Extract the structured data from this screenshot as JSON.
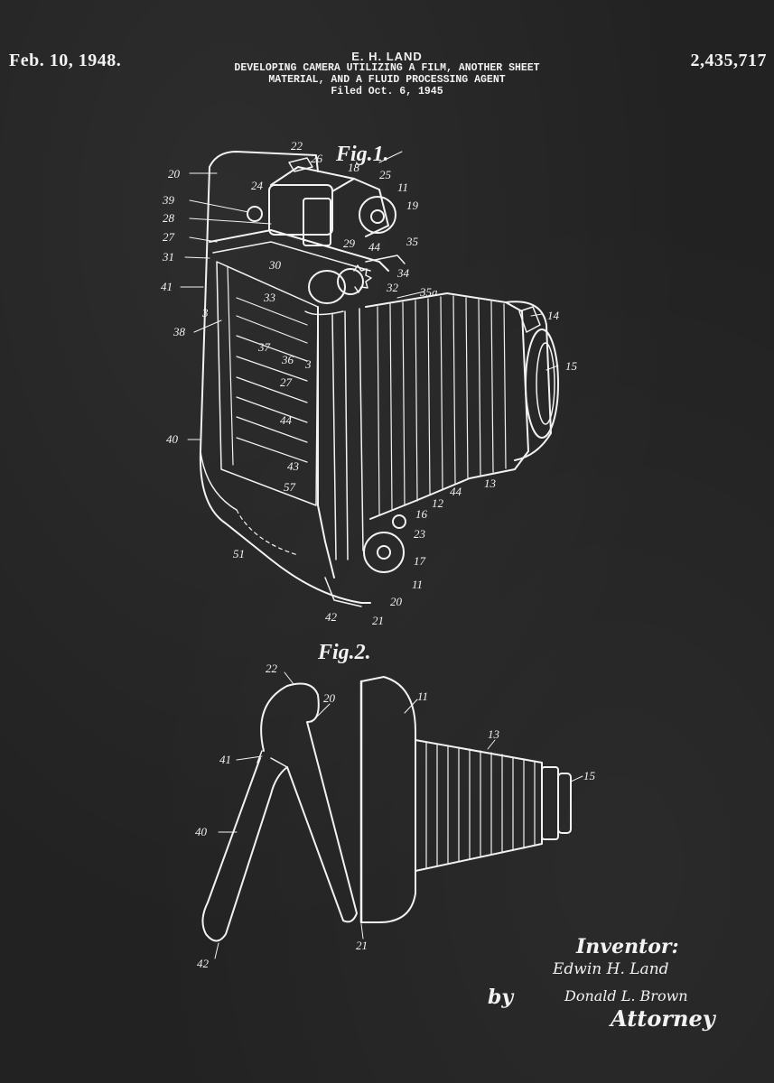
{
  "header": {
    "date": "Feb. 10, 1948.",
    "patent_number": "2,435,717",
    "inventor": "E. H. LAND",
    "title_line1": "DEVELOPING CAMERA UTILIZING A FILM, ANOTHER SHEET",
    "title_line2": "MATERIAL, AND A FLUID PROCESSING AGENT",
    "filed": "Filed Oct. 6, 1945"
  },
  "figures": {
    "fig1_label": "Fig.1.",
    "fig2_label": "Fig.2."
  },
  "fig1_refs": [
    "22",
    "26",
    "18",
    "25",
    "11",
    "20",
    "24",
    "19",
    "39",
    "28",
    "27",
    "29",
    "44",
    "35",
    "31",
    "30",
    "34",
    "41",
    "32",
    "35a",
    "3",
    "33",
    "14",
    "38",
    "37",
    "36",
    "3",
    "15",
    "27",
    "44",
    "40",
    "43",
    "44",
    "57",
    "12",
    "13",
    "16",
    "23",
    "51",
    "17",
    "11",
    "20",
    "42",
    "21"
  ],
  "fig2_refs": [
    "22",
    "20",
    "11",
    "13",
    "41",
    "15",
    "40",
    "42",
    "21"
  ],
  "signature": {
    "inventor_label": "Inventor:",
    "inventor_name": "Edwin H. Land",
    "by": "by",
    "attorney_name": "Donald L. Brown",
    "attorney_label": "Attorney"
  },
  "colors": {
    "background": "#222222",
    "ink": "#f2f2f2"
  }
}
